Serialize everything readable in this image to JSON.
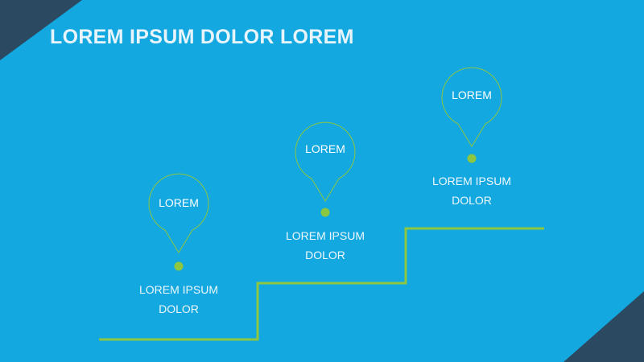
{
  "slide": {
    "title": "LOREM IPSUM DOLOR LOREM"
  },
  "colors": {
    "background": "#13a8e0",
    "corner": "#2b4a62",
    "accent": "#8dc63f",
    "text": "#ffffff"
  },
  "steps": [
    {
      "pin_label": "LOREM",
      "caption_line1": "LOREM IPSUM",
      "caption_line2": "DOLOR"
    },
    {
      "pin_label": "LOREM",
      "caption_line1": "LOREM IPSUM",
      "caption_line2": "DOLOR"
    },
    {
      "pin_label": "LOREM",
      "caption_line1": "LOREM IPSUM",
      "caption_line2": "DOLOR"
    }
  ]
}
